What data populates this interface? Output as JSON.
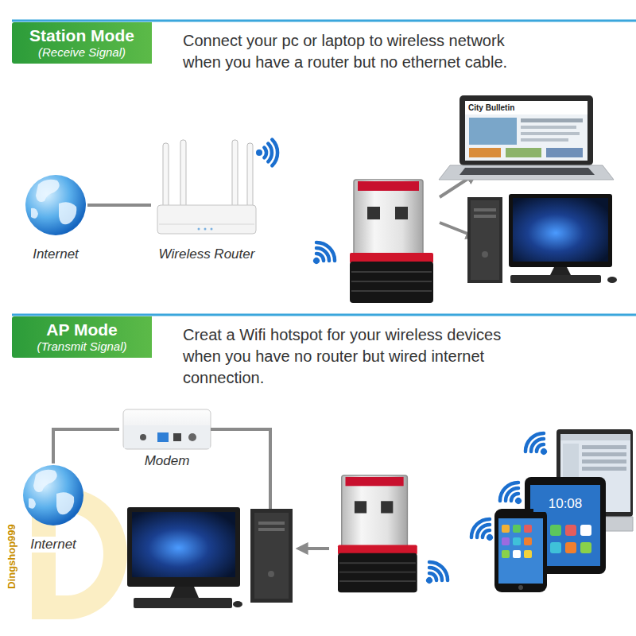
{
  "diagram": {
    "nodes": [
      {
        "text": [
          "Station Mode",
          "(Receive Signal)"
        ]
      },
      {
        "text": [
          "Internet"
        ]
      },
      {
        "text": [
          "Wireless Router"
        ]
      },
      {
        "text": [
          "AP Mode",
          "(Transmit Signal)"
        ]
      },
      {
        "text": [
          "Modem"
        ]
      },
      {
        "text": [
          "Internet"
        ]
      }
    ],
    "edges": [
      {
        "from": 1,
        "to": 2,
        "arrow": "none"
      },
      {
        "from": 5,
        "to": 4,
        "arrow": "none"
      }
    ],
    "labels": [
      "Connect your pc or laptop to wireless network when you have a router but no ethernet cable.",
      "City Bulletin",
      "Creat a Wifi hotspot for your wireless devices when you have no router but wired internet connection.",
      "10:08",
      "Dingshop999"
    ]
  }
}
